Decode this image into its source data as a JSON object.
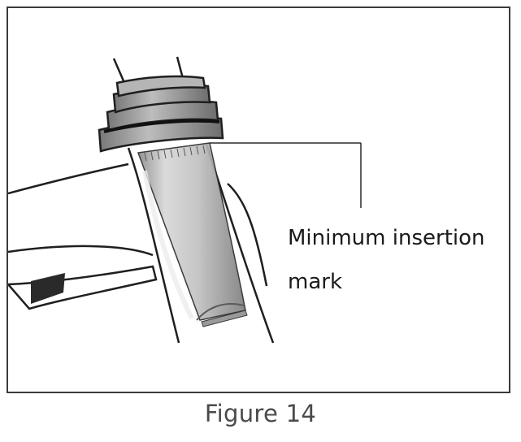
{
  "diagram": {
    "callout": {
      "line1": "Minimum insertion",
      "line2": "mark"
    },
    "caption": "Figure 14"
  },
  "colors": {
    "frame": "#3a3a3a",
    "outline": "#1f1f1f",
    "tube_fill": "#c4c4c4",
    "caption_text": "#4a4a4a"
  }
}
